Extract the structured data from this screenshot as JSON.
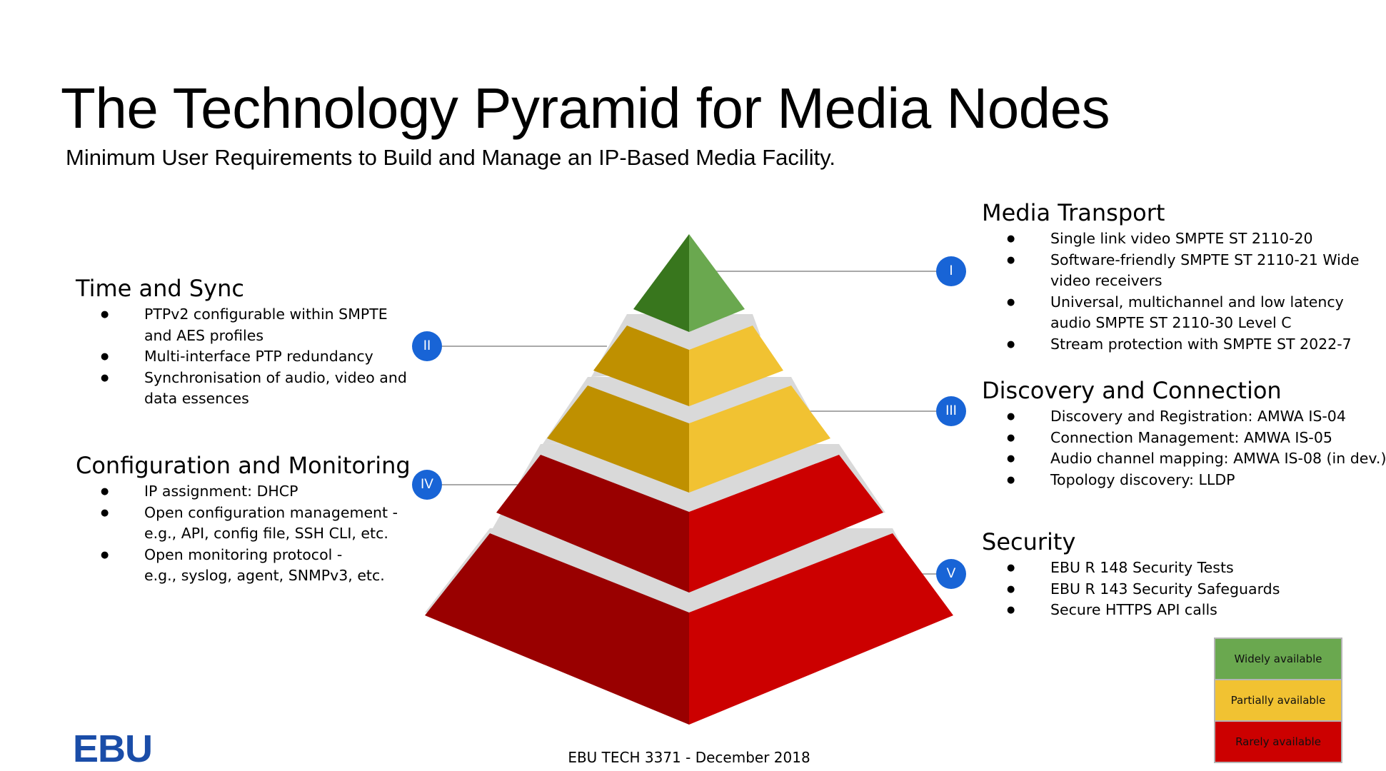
{
  "title": "The Technology Pyramid for Media Nodes",
  "subtitle": "Minimum User Requirements to Build and Manage an IP-Based Media Facility.",
  "colors": {
    "green_dark": "#38761d",
    "green_light": "#6aa84f",
    "yellow_dark": "#bf9000",
    "yellow_light": "#f1c232",
    "red_dark": "#990000",
    "red_light": "#cc0000",
    "step_gray": "#d9d9d9",
    "badge_blue": "#1864d6",
    "logo_blue": "#1a4da8"
  },
  "pyramid": {
    "tiers": [
      {
        "badge": "I",
        "level": "Widely available"
      },
      {
        "badge": "II",
        "level": "Partially available"
      },
      {
        "badge": "III",
        "level": "Partially available"
      },
      {
        "badge": "IV",
        "level": "Rarely available"
      },
      {
        "badge": "V",
        "level": "Rarely available"
      }
    ]
  },
  "sections": {
    "time_sync": {
      "heading": "Time and Sync",
      "items": [
        [
          "PTPv2 configurable within SMPTE",
          "and AES profiles"
        ],
        [
          "Multi-interface PTP redundancy"
        ],
        [
          "Synchronisation of audio, video and",
          "data essences"
        ]
      ]
    },
    "config_monitoring": {
      "heading": "Configuration and Monitoring",
      "items": [
        [
          "IP assignment: DHCP"
        ],
        [
          "Open configuration management -",
          "e.g., API, config file, SSH CLI, etc."
        ],
        [
          "Open monitoring protocol -",
          "e.g., syslog, agent, SNMPv3, etc."
        ]
      ]
    },
    "media_transport": {
      "heading": "Media Transport",
      "items": [
        [
          "Single link video SMPTE ST 2110-20"
        ],
        [
          "Software-friendly SMPTE ST 2110-21 Wide",
          "video receivers"
        ],
        [
          "Universal, multichannel and low latency",
          "audio SMPTE ST 2110-30 Level C"
        ],
        [
          "Stream protection with SMPTE ST 2022-7"
        ]
      ]
    },
    "discovery": {
      "heading": "Discovery and Connection",
      "items": [
        [
          "Discovery and Registration: AMWA IS-04"
        ],
        [
          "Connection Management: AMWA IS-05"
        ],
        [
          "Audio channel mapping: AMWA IS-08 (in dev.)"
        ],
        [
          "Topology discovery: LLDP"
        ]
      ]
    },
    "security": {
      "heading": "Security",
      "items": [
        [
          "EBU R 148 Security Tests"
        ],
        [
          "EBU R 143 Security Safeguards"
        ],
        [
          "Secure HTTPS API calls"
        ]
      ]
    }
  },
  "legend": [
    {
      "label": "Widely available",
      "color": "#6aa84f"
    },
    {
      "label": "Partially available",
      "color": "#f1c232"
    },
    {
      "label": "Rarely available",
      "color": "#cc0000"
    }
  ],
  "logo_text": "EBU",
  "footer": "EBU TECH 3371 - December 2018"
}
